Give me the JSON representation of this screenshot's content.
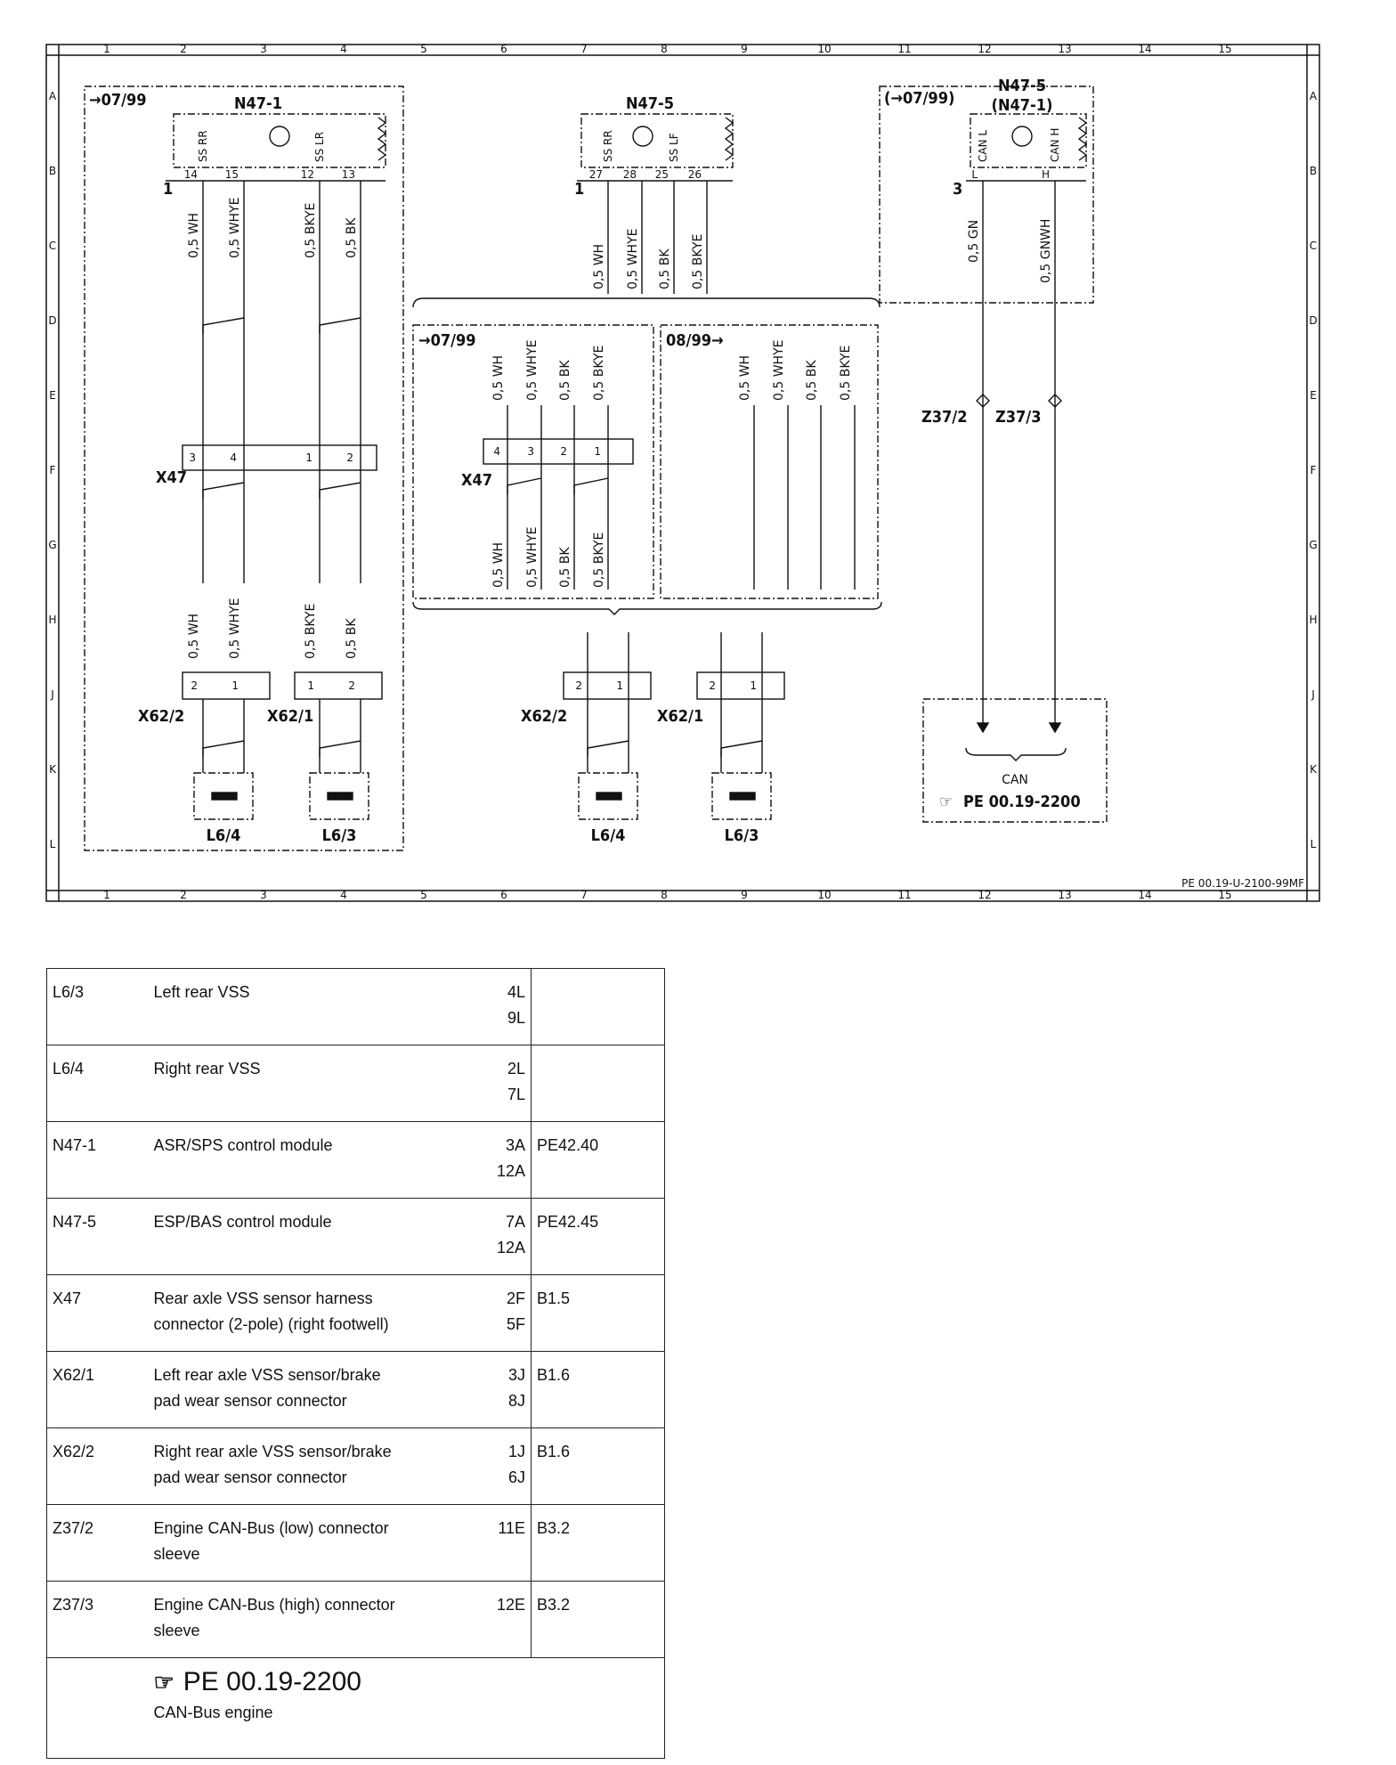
{
  "drawing_id": "PE 00.19-U-2100-99MF",
  "grid": {
    "columns": [
      "1",
      "2",
      "3",
      "4",
      "5",
      "6",
      "7",
      "8",
      "9",
      "10",
      "11",
      "12",
      "13",
      "14",
      "15"
    ],
    "rows": [
      "A",
      "B",
      "C",
      "D",
      "E",
      "F",
      "G",
      "H",
      "J",
      "K",
      "L"
    ]
  },
  "diagram": {
    "left_box": {
      "date": "→07/99",
      "module": "N47-1",
      "pin_group": "1",
      "pins": [
        "14",
        "15",
        "12",
        "13"
      ],
      "sensor_labels": [
        "SS RR",
        "SS LR"
      ],
      "wires_top": [
        "0,5 WH",
        "0,5 WHYE",
        "0,5 BKYE",
        "0,5 BK"
      ],
      "connector": "X47",
      "connector_pins": [
        "3",
        "4",
        "1",
        "2"
      ],
      "wires_bottom": [
        "0,5 WH",
        "0,5 WHYE",
        "0,5 BKYE",
        "0,5 BK"
      ],
      "x62_pins_a": [
        "2",
        "1"
      ],
      "x62_pins_b": [
        "1",
        "2"
      ],
      "x62_a": "X62/2",
      "x62_b": "X62/1",
      "sensor_a": "L6/4",
      "sensor_b": "L6/3"
    },
    "mid": {
      "module": "N47-5",
      "pin_group": "1",
      "pins": [
        "27",
        "28",
        "25",
        "26"
      ],
      "sensor_labels": [
        "SS RR",
        "SS LF"
      ],
      "wires_top": [
        "0,5 WH",
        "0,5 WHYE",
        "0,5 BK",
        "0,5 BKYE"
      ],
      "box1_date": "→07/99",
      "box1_wires_top": [
        "0,5 WH",
        "0,5 WHYE",
        "0,5 BK",
        "0,5 BKYE"
      ],
      "box1_connector": "X47",
      "box1_connector_pins": [
        "4",
        "3",
        "2",
        "1"
      ],
      "box1_wires_bottom": [
        "0,5 WH",
        "0,5 WHYE",
        "0,5 BK",
        "0,5 BKYE"
      ],
      "box2_date": "08/99→",
      "box2_wires": [
        "0,5 WH",
        "0,5 WHYE",
        "0,5 BK",
        "0,5 BKYE"
      ],
      "x62_a": "X62/2",
      "x62_b": "X62/1",
      "x62_pins_a": [
        "2",
        "1"
      ],
      "x62_pins_b": [
        "2",
        "1"
      ],
      "sensor_a": "L6/4",
      "sensor_b": "L6/3"
    },
    "right": {
      "date": "(→07/99)",
      "module": "N47-5",
      "module_alt": "(N47-1)",
      "pin_group": "3",
      "pins": [
        "L",
        "H"
      ],
      "can_labels": [
        "CAN L",
        "CAN H"
      ],
      "wires": [
        "0,5 GN",
        "0,5 GNWH"
      ],
      "sleeve_low": "Z37/2",
      "sleeve_high": "Z37/3",
      "can_label": "CAN",
      "can_ref": "PE 00.19-2200"
    }
  },
  "legend": [
    {
      "code": "L6/3",
      "desc": [
        "Left rear VSS"
      ],
      "loc": [
        "4L",
        "9L"
      ],
      "ref": ""
    },
    {
      "code": "L6/4",
      "desc": [
        "Right rear VSS"
      ],
      "loc": [
        "2L",
        "7L"
      ],
      "ref": ""
    },
    {
      "code": "N47-1",
      "desc": [
        "ASR/SPS control module"
      ],
      "loc": [
        "3A",
        "12A"
      ],
      "ref": "PE42.40"
    },
    {
      "code": "N47-5",
      "desc": [
        "ESP/BAS control module"
      ],
      "loc": [
        "7A",
        "12A"
      ],
      "ref": "PE42.45"
    },
    {
      "code": "X47",
      "desc": [
        "Rear axle VSS sensor harness",
        "connector (2-pole) (right footwell)"
      ],
      "loc": [
        "2F",
        "5F"
      ],
      "ref": "B1.5"
    },
    {
      "code": "X62/1",
      "desc": [
        "Left rear axle VSS sensor/brake",
        "pad wear sensor connector"
      ],
      "loc": [
        "3J",
        "8J"
      ],
      "ref": "B1.6"
    },
    {
      "code": "X62/2",
      "desc": [
        "Right rear axle VSS sensor/brake",
        "pad wear sensor connector"
      ],
      "loc": [
        "1J",
        "6J"
      ],
      "ref": "B1.6"
    },
    {
      "code": "Z37/2",
      "desc": [
        "Engine CAN-Bus (low) connector",
        "sleeve"
      ],
      "loc": [
        "11E",
        ""
      ],
      "ref": "B3.2"
    },
    {
      "code": "Z37/3",
      "desc": [
        "Engine CAN-Bus (high) connector",
        "sleeve"
      ],
      "loc": [
        "12E",
        ""
      ],
      "ref": "B3.2"
    }
  ],
  "legend_footer": {
    "ref": "PE 00.19-2200",
    "sub": "CAN-Bus engine"
  }
}
